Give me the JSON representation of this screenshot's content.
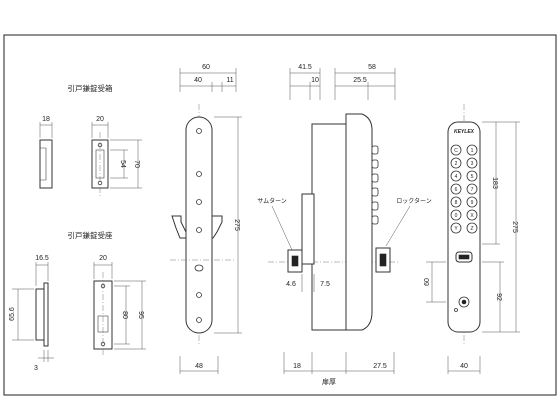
{
  "titles": {
    "strike_box": "引戸鎌錠受箱",
    "strike_plate": "引戸鎌錠受座"
  },
  "strike_box_dims": {
    "width1": "18",
    "width2": "20",
    "height1": "54",
    "height2": "70"
  },
  "strike_plate_dims": {
    "width1": "16.5",
    "width2": "20",
    "height1": "65.6",
    "thickness": "3",
    "height2": "80",
    "height3": "95"
  },
  "front_view_dims": {
    "total_width": "60",
    "left_width": "40",
    "right_width": "11",
    "height": "275",
    "bottom_width": "48"
  },
  "side_view_dims": {
    "total_width": "41.5",
    "inner_width": "10",
    "offset1": "4.6",
    "offset2": "7.5",
    "bottom_width": "18"
  },
  "section_dims": {
    "total_width": "58",
    "inner_width": "25.5",
    "bottom_width": "27.5"
  },
  "door_thickness_label": "扉厚",
  "callouts": {
    "thumb_turn": "サムターン",
    "lock_turn": "ロックターン"
  },
  "keypad_view_dims": {
    "height_183": "183",
    "height_275": "275",
    "height_60": "60",
    "height_92": "92",
    "bottom_width": "40"
  },
  "brand_mark": "KEYLEX",
  "keypad_keys": [
    "C",
    "1",
    "2",
    "3",
    "4",
    "5",
    "6",
    "7",
    "8",
    "9",
    "0",
    "X",
    "Y",
    "Z"
  ]
}
